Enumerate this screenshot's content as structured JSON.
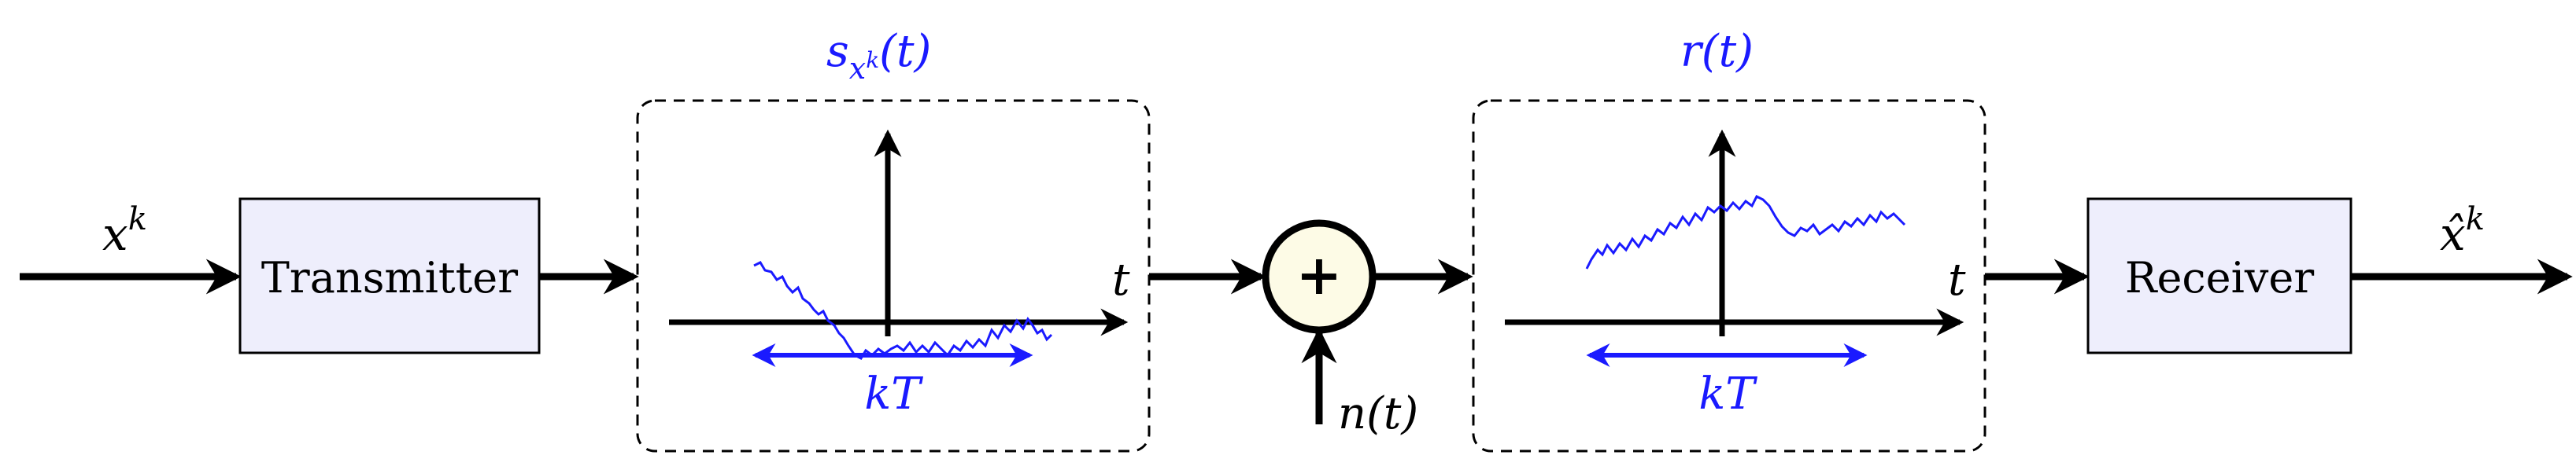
{
  "colors": {
    "stroke": "#000000",
    "accent": "#1a1aff",
    "block_fill": "#eeeefc",
    "sum_fill": "#fdfbe6"
  },
  "labels": {
    "input": "x",
    "input_sup": "k",
    "transmitter": "Transmitter",
    "tx_signal_base": "s",
    "tx_signal_sub": "x",
    "tx_signal_subsup": "k",
    "tx_signal_arg": "(t)",
    "time_axis": "t",
    "duration": "kT",
    "sum": "+",
    "noise": "n(t)",
    "rx_signal": "r(t)",
    "receiver": "Receiver",
    "output": "x̂",
    "output_sup": "k"
  },
  "icons": {
    "sum_node": "plus-circle-icon",
    "arrows": "arrow-right-icon"
  }
}
